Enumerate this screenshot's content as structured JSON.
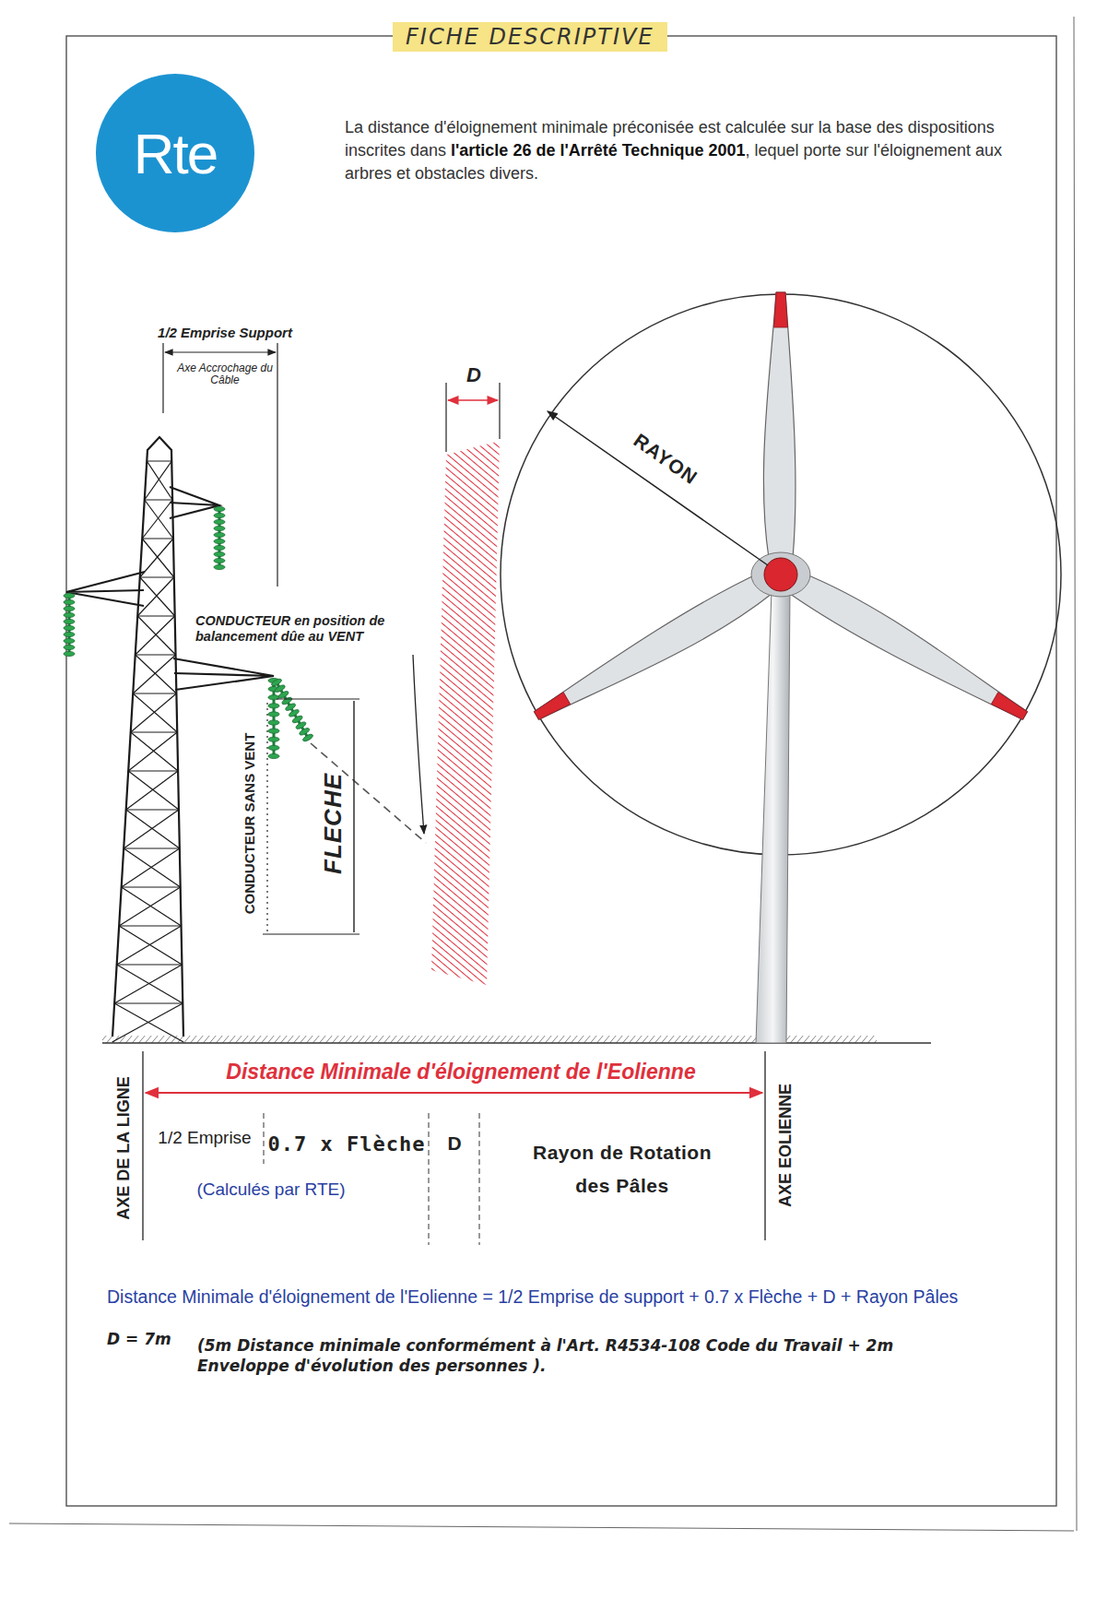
{
  "diagram": {
    "title": "FICHE DESCRIPTIVE",
    "nodes": [
      {
        "text": [
          "Rte"
        ]
      }
    ],
    "labels": [
      "La distance d'éloignement minimale préconisée est calculée sur la base des dispositions inscrites dans",
      "l'article 26 de l'Arrêté Technique 2001",
      ", lequel porte sur l'éloignement aux arbres et obstacles divers.",
      "1/2 Emprise Support",
      "Axe Accrochage du Câble",
      "CONDUCTEUR en position de balancement dûe au VENT",
      "D",
      "RAYON",
      "CONDUCTEUR SANS VENT",
      "FLECHE",
      "AXE DE LA LIGNE",
      "Distance Minimale d'éloignement de l'Eolienne",
      "AXE EOLIENNE",
      "1/2 Emprise",
      "0.7 x Flèche",
      "D",
      "Rayon de Rotation des Pâles",
      "(Calculés par RTE)",
      "Distance Minimale d'éloignement de l'Eolienne = 1/2 Emprise de support + 0.7 x Flèche + D + Rayon Pâles",
      "D = 7m",
      "(5m Distance minimale conformément à l'Art. R4534-108 Code du Travail + 2m Enveloppe d'évolution des personnes )."
    ]
  }
}
